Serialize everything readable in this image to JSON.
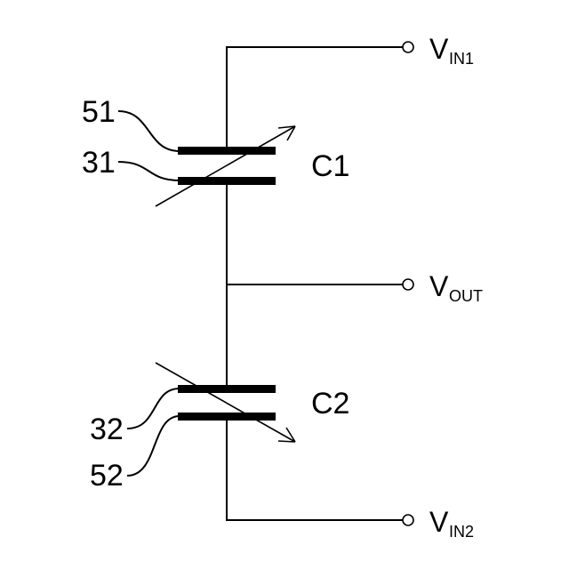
{
  "terminals": {
    "vin1": {
      "main": "V",
      "sub": "IN1"
    },
    "vout": {
      "main": "V",
      "sub": "OUT"
    },
    "vin2": {
      "main": "V",
      "sub": "IN2"
    }
  },
  "capacitors": {
    "c1": {
      "name": "C1",
      "plate_top_ref": "51",
      "plate_bottom_ref": "31"
    },
    "c2": {
      "name": "C2",
      "plate_top_ref": "32",
      "plate_bottom_ref": "52"
    }
  }
}
